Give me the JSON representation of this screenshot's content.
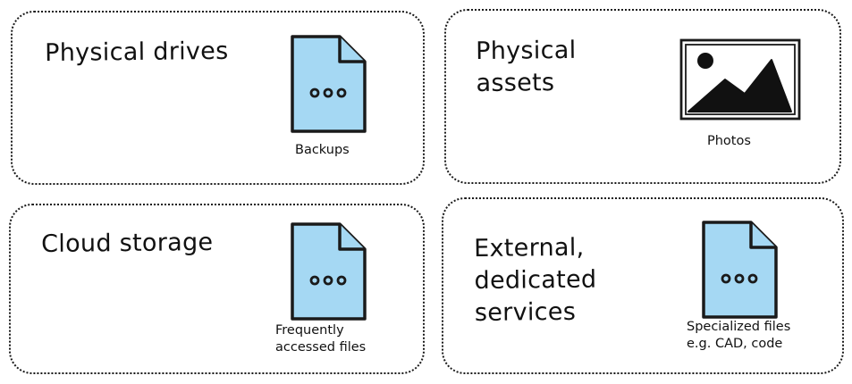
{
  "panels": [
    {
      "id": "physical-drives",
      "title": "Physical drives",
      "icon": "document-icon",
      "caption": "Backups"
    },
    {
      "id": "physical-assets",
      "title": "Physical\nassets",
      "icon": "photo-icon",
      "caption": "Photos"
    },
    {
      "id": "cloud-storage",
      "title": "Cloud storage",
      "icon": "document-icon",
      "caption": "Frequently\naccessed files"
    },
    {
      "id": "external-services",
      "title": "External,\ndedicated\nservices",
      "icon": "document-icon",
      "caption": "Specialized files\ne.g. CAD, code"
    }
  ],
  "colors": {
    "document_fill": "#a5d8f3",
    "stroke": "#1a1a1a",
    "background": "#ffffff"
  }
}
